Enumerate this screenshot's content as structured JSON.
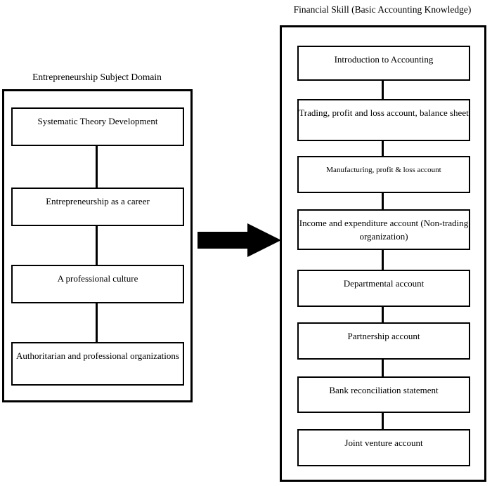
{
  "diagram": {
    "type": "flow-diagram",
    "background_color": "#ffffff",
    "line_color": "#000000",
    "text_color": "#000000"
  },
  "left_panel": {
    "title": "Entrepreneurship Subject Domain",
    "nodes": [
      {
        "label": "Systematic Theory Development"
      },
      {
        "label": "Entrepreneurship as a career"
      },
      {
        "label": "A professional culture"
      },
      {
        "label": "Authoritarian and professional organizations"
      }
    ]
  },
  "right_panel": {
    "title": "Financial Skill (Basic Accounting Knowledge)",
    "nodes": [
      {
        "label": "Introduction to Accounting"
      },
      {
        "label": "Trading, profit and loss account, balance sheet"
      },
      {
        "label": "Manufacturing, profit & loss account"
      },
      {
        "label": "Income and expenditure account (Non-trading organization)"
      },
      {
        "label": "Departmental account"
      },
      {
        "label": "Partnership account"
      },
      {
        "label": "Bank reconciliation statement"
      },
      {
        "label": "Joint venture account"
      }
    ]
  },
  "arrow": {
    "name": "flow-arrow",
    "direction": "right",
    "color": "#000000",
    "from": "Entrepreneurship Subject Domain",
    "to": "Financial Skill (Basic Accounting Knowledge)"
  }
}
